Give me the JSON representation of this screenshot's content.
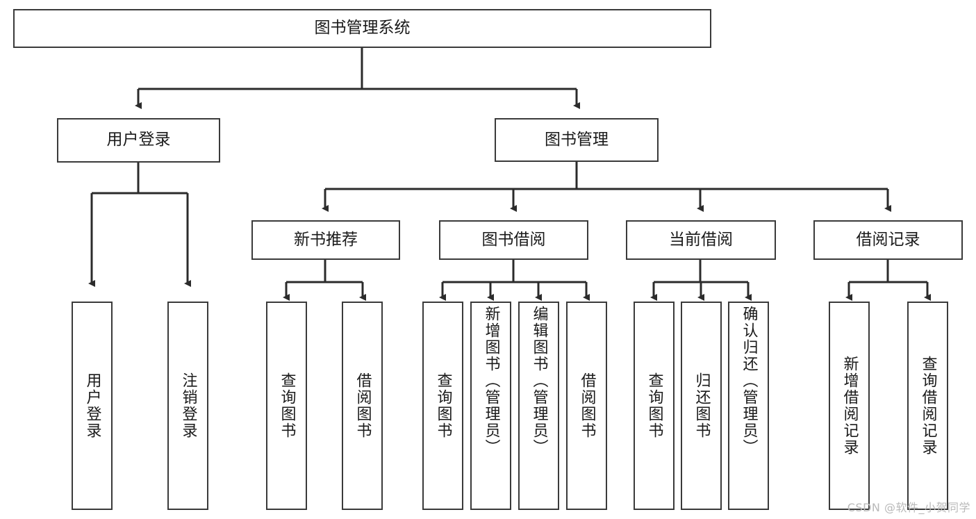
{
  "diagram": {
    "type": "tree",
    "title": "图书管理系统",
    "watermark": "CSDN @软件_小贺同学",
    "colors": {
      "box_border": "#3a3a3a",
      "box_fill": "#ffffff",
      "edge": "#2b2b2b",
      "text": "#1a1a1a",
      "watermark": "#b9b9b9",
      "background": "#ffffff"
    },
    "levels": {
      "root": {
        "label": "图书管理系统"
      },
      "level2": [
        {
          "label": "用户登录"
        },
        {
          "label": "图书管理"
        }
      ],
      "level3": [
        {
          "label": "新书推荐"
        },
        {
          "label": "图书借阅"
        },
        {
          "label": "当前借阅"
        },
        {
          "label": "借阅记录"
        }
      ],
      "level4": [
        {
          "label": "用户登录",
          "parent": "用户登录"
        },
        {
          "label": "注销登录",
          "parent": "用户登录"
        },
        {
          "label": "查询图书",
          "parent": "新书推荐"
        },
        {
          "label": "借阅图书",
          "parent": "新书推荐"
        },
        {
          "label": "查询图书",
          "parent": "图书借阅"
        },
        {
          "label": "新增图书（管理员）",
          "parent": "图书借阅"
        },
        {
          "label": "编辑图书（管理员）",
          "parent": "图书借阅"
        },
        {
          "label": "借阅图书",
          "parent": "图书借阅"
        },
        {
          "label": "查询图书",
          "parent": "当前借阅"
        },
        {
          "label": "归还图书",
          "parent": "当前借阅"
        },
        {
          "label": "确认归还（管理员）",
          "parent": "当前借阅"
        },
        {
          "label": "新增借阅记录",
          "parent": "借阅记录"
        },
        {
          "label": "查询借阅记录",
          "parent": "借阅记录"
        }
      ]
    }
  }
}
